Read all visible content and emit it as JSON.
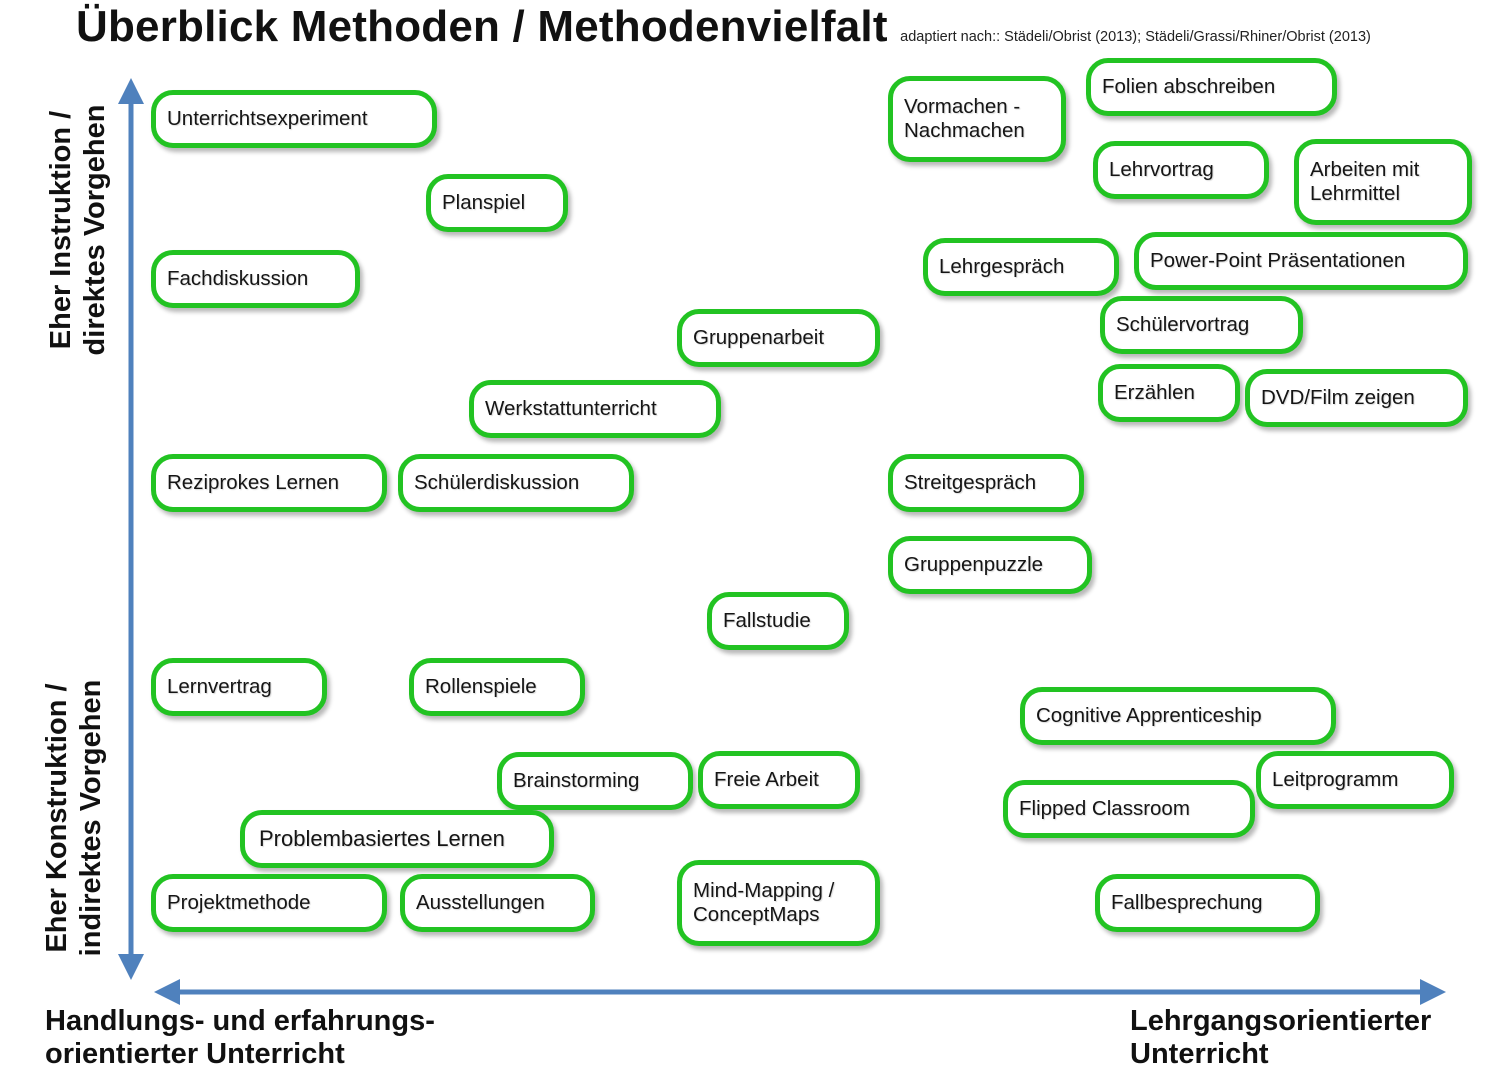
{
  "title": "Überblick Methoden / Methodenvielfalt",
  "source": "adaptiert nach:: Städeli/Obrist (2013); Städeli/Grassi/Rhiner/Obrist (2013)",
  "axes": {
    "y_top": "Eher Instruktion /\ndirektes Vorgehen",
    "y_bottom": "Eher Konstruktion /\nindirektes Vorgehen",
    "x_left": "Handlungs- und erfahrungs-\norientierter Unterricht",
    "x_right": "Lehrgangsorientierter\nUnterricht"
  },
  "colors": {
    "axis": "#4f81bd",
    "box_border": "#22c322"
  },
  "methods": [
    "Unterrichtsexperiment",
    "Planspiel",
    "Fachdiskussion",
    "Gruppenarbeit",
    "Werkstattunterricht",
    "Reziprokes Lernen",
    "Schülerdiskussion",
    "Vormachen -\nNachmachen",
    "Folien abschreiben",
    "Lehrvortrag",
    "Arbeiten mit\nLehrmittel",
    "Lehrgespräch",
    "Power-Point Präsentationen",
    "Schülervortrag",
    "Erzählen",
    "DVD/Film zeigen",
    "Streitgespräch",
    "Gruppenpuzzle",
    "Fallstudie",
    "Lernvertrag",
    "Rollenspiele",
    "Cognitive Apprenticeship",
    "Brainstorming",
    "Freie Arbeit",
    "Leitprogramm",
    "Flipped Classroom",
    "Problembasiertes Lernen",
    "Projektmethode",
    "Ausstellungen",
    "Mind-Mapping /\nConceptMaps",
    "Fallbesprechung"
  ]
}
